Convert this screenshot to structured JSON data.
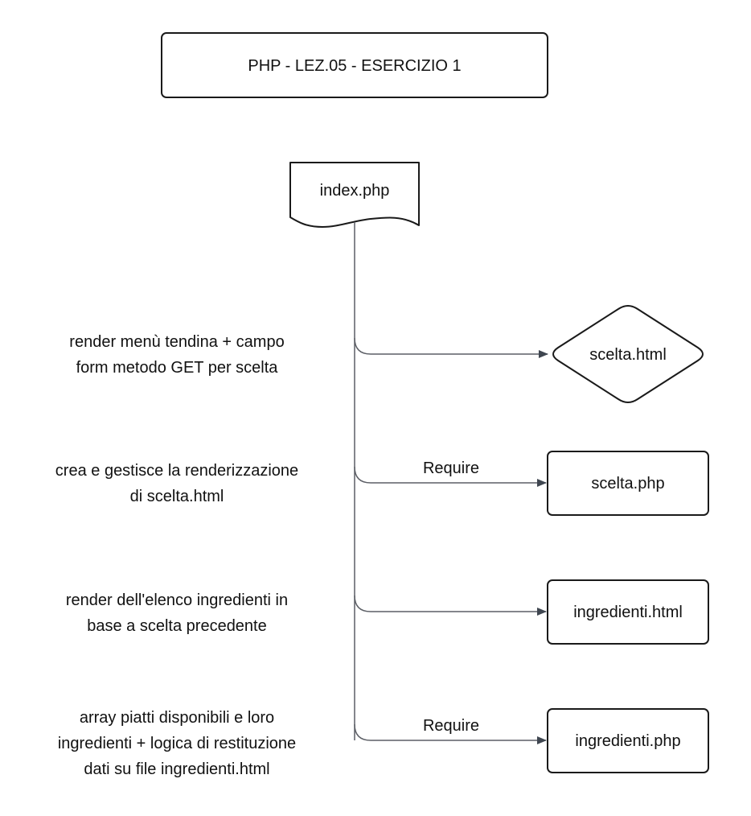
{
  "title": "PHP - LEZ.05 - ESERCIZIO 1",
  "nodes": {
    "index": "index.php",
    "scelta_html": "scelta.html",
    "scelta_php": "scelta.php",
    "ingredienti_html": "ingredienti.html",
    "ingredienti_php": "ingredienti.php"
  },
  "edge_labels": {
    "scelta_php": "Require",
    "ingredienti_php": "Require"
  },
  "notes": {
    "scelta_html": "render menù tendina + campo\nform metodo GET per scelta",
    "scelta_php": "crea e gestisce la renderizzazione\ndi scelta.html",
    "ingredienti_html": "render dell'elenco ingredienti in\nbase a scelta precedente",
    "ingredienti_php": "array piatti disponibili e loro\ningredienti + logica di restituzione\ndati su file ingredienti.html"
  },
  "colors": {
    "stroke": "#1a1a1a",
    "connector": "#5c5f66",
    "arrowhead": "#3f4650"
  }
}
